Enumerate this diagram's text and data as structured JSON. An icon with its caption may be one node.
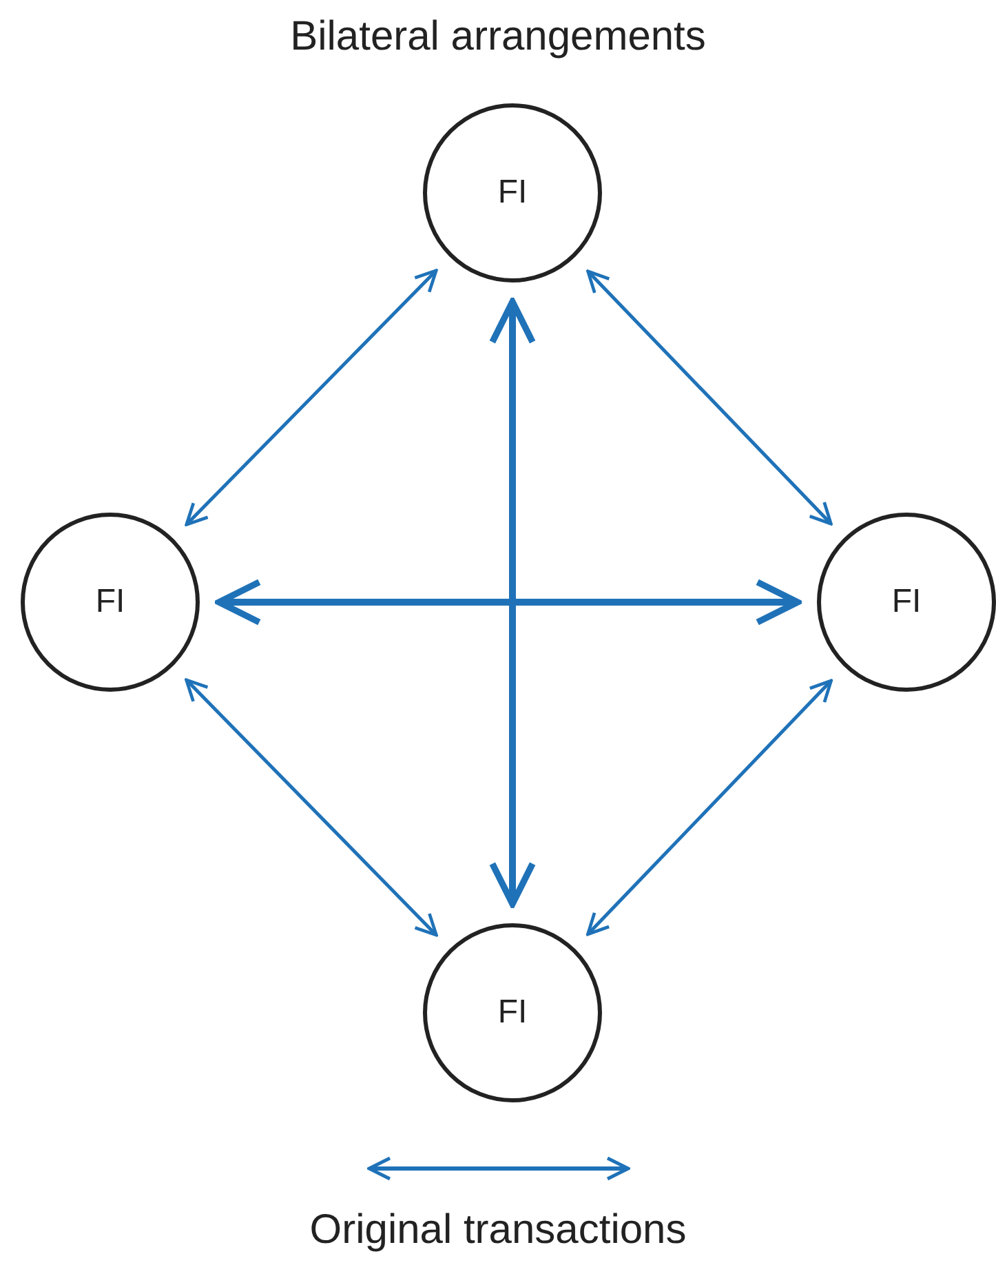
{
  "diagram": {
    "title": "Bilateral arrangements",
    "nodes": [
      {
        "text": [
          "FI"
        ]
      },
      {
        "text": [
          "FI"
        ]
      },
      {
        "text": [
          "FI"
        ]
      },
      {
        "text": [
          "FI"
        ]
      }
    ],
    "edges": [
      {
        "from": 0,
        "to": 1,
        "arrow": "both"
      },
      {
        "from": 0,
        "to": 2,
        "arrow": "both"
      },
      {
        "from": 0,
        "to": 3,
        "arrow": "both",
        "style": "thick"
      },
      {
        "from": 1,
        "to": 2,
        "arrow": "both",
        "style": "thick"
      },
      {
        "from": 1,
        "to": 3,
        "arrow": "both"
      },
      {
        "from": 2,
        "to": 3,
        "arrow": "both"
      }
    ],
    "legend": [
      {
        "text": "Original transactions"
      }
    ]
  }
}
